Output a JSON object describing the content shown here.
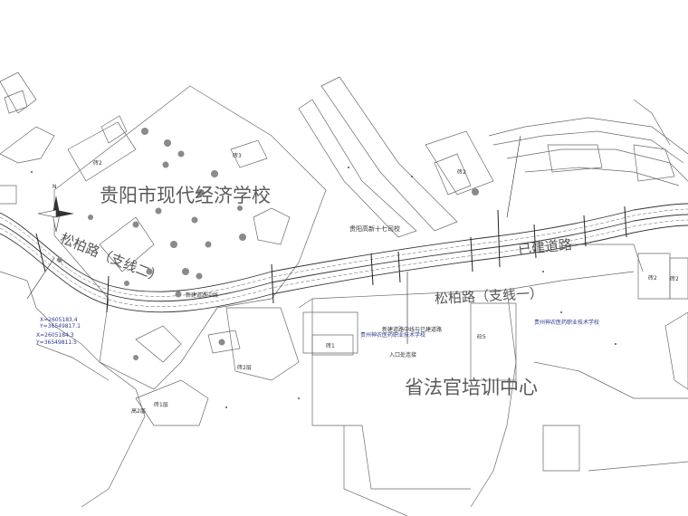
{
  "title": "",
  "labels": {
    "school_modern_economy": "贵阳市现代经济学校",
    "songbai_branch2": "松柏路（支线二）",
    "songbai_branch1": "松柏路（支线一）",
    "built_road": "已建道路",
    "judge_training_center": "省法官培训中心",
    "gaoxin_17_school": "贵阳高新十七司校",
    "guizhou_vocational": "贵州神农医药职业技术学校",
    "guizhou_vocational_2": "贵州神农医药职业技术学校",
    "new_road_center": "新建道路中线",
    "coord_1": "X=2605183.4",
    "coord_2": "Y=36549817.1",
    "coord_3": "X=2605184.3",
    "coord_4": "Y=36549811.5",
    "grade_label_1": "新建道路中线与已建道路",
    "grade_label_2": "入口处连接",
    "north_symbol": "N",
    "floor_label_1": "高2层",
    "floor_label_2": "砖2层",
    "floor_label_3": "砖1层",
    "floor_label_4": "砖2",
    "floor_label_5": "砼5",
    "floor_label_6": "砖2",
    "floor_label_7": "砖3",
    "floor_label_8": "砖2",
    "floor_label_9": "砖1",
    "floor_label_10": "砖2"
  },
  "colors": {
    "line": "#555555",
    "road": "#333333",
    "tree": "#8a8a8a",
    "text_blue": "#2b3a8c"
  }
}
